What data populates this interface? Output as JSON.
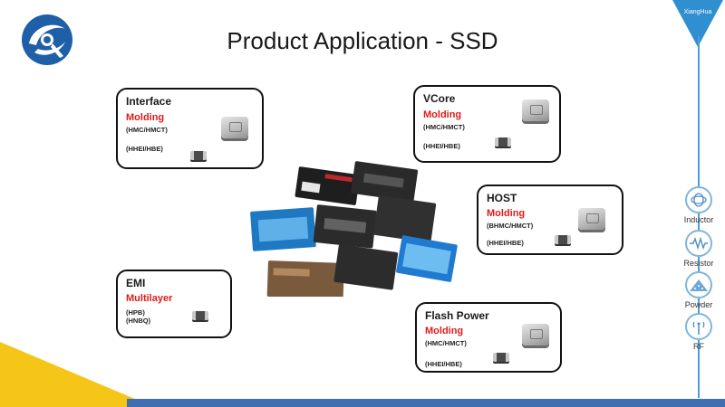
{
  "title": "Product Application - SSD",
  "brand": "XiangHua",
  "categories": [
    {
      "label": "Inductor",
      "icon": "inductor-icon"
    },
    {
      "label": "Resistor",
      "icon": "resistor-icon"
    },
    {
      "label": "Powder",
      "icon": "powder-icon"
    },
    {
      "label": "RF",
      "icon": "rf-icon"
    }
  ],
  "boxes": {
    "interface": {
      "title": "Interface",
      "type": "Molding",
      "series1": "(HMC/HMCT)",
      "series2": "(HHEI/HBE)"
    },
    "vcore": {
      "title": "VCore",
      "type": "Molding",
      "series1": "(HMC/HMCT)",
      "series2": "(HHEI/HBE)"
    },
    "host": {
      "title": "HOST",
      "type": "Molding",
      "series1": "(BHMC/HMCT)",
      "series2": "(HHEI/HBE)"
    },
    "emi": {
      "title": "EMI",
      "type": "Multilayer",
      "series1": "(HPB)",
      "series2": "(HNBQ)"
    },
    "flash_power": {
      "title": "Flash Power",
      "type": "Molding",
      "series1": "(HMC/HMCT)",
      "series2": "(HHEI/HBE)"
    }
  },
  "colors": {
    "accent_red": "#e01a1a",
    "brand_blue": "#3d6fb2",
    "rail_blue": "#4a9fd6",
    "corner_yellow": "#f5c518"
  }
}
